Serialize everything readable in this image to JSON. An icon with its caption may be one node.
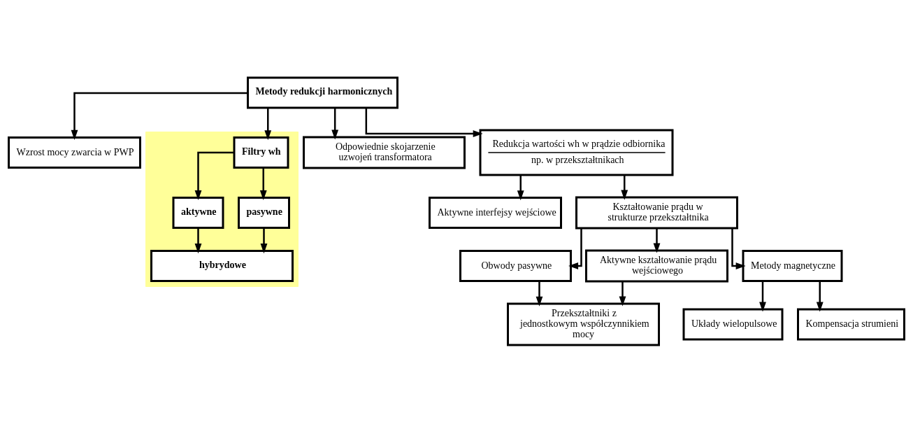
{
  "diagram": {
    "nodes": [
      {
        "text": [
          "Metody redukcji harmonicznych"
        ]
      },
      {
        "text": [
          "Wzrost mocy zwarcia w PWP"
        ]
      },
      {
        "text": [],
        "shape": "box"
      },
      {
        "text": [
          "Filtry wh"
        ],
        "in": 2
      },
      {
        "text": [
          "aktywne"
        ],
        "in": 2
      },
      {
        "text": [
          "pasywne"
        ],
        "in": 2
      },
      {
        "text": [
          "hybrydowe"
        ],
        "in": 2
      },
      {
        "text": [
          "Odpowiednie skojarzenie uzwojeń transformatora"
        ]
      },
      {
        "text": [
          "Redukcja wartości wh w prądzie odbiornika",
          "np. w przekształtnikach"
        ]
      },
      {
        "text": [
          "Aktywne interfejsy wejściowe"
        ]
      },
      {
        "text": [
          "Kształtowanie prądu w strukturze przekształtnika"
        ]
      },
      {
        "text": [
          "Obwody pasywne"
        ]
      },
      {
        "text": [
          "Aktywne kształtowanie prądu wejściowego"
        ]
      },
      {
        "text": [
          "Metody magnetyczne"
        ]
      },
      {
        "text": [
          "Przekształtniki z jednostkowym współczynnikiem mocy"
        ]
      },
      {
        "text": [
          "Układy wielopulsowe"
        ]
      },
      {
        "text": [
          "Kompensacja strumieni"
        ]
      }
    ],
    "edges": [
      {
        "from": 0,
        "to": 1,
        "arrow": "to"
      },
      {
        "from": 0,
        "to": 3,
        "arrow": "to"
      },
      {
        "from": 0,
        "to": 7,
        "arrow": "to"
      },
      {
        "from": 0,
        "to": 8,
        "arrow": "to"
      },
      {
        "from": 3,
        "to": 4,
        "arrow": "to"
      },
      {
        "from": 3,
        "to": 5,
        "arrow": "to"
      },
      {
        "from": 4,
        "to": 6,
        "arrow": "to"
      },
      {
        "from": 5,
        "to": 6,
        "arrow": "to"
      },
      {
        "from": 8,
        "to": 9,
        "arrow": "to"
      },
      {
        "from": 8,
        "to": 10,
        "arrow": "to"
      },
      {
        "from": 10,
        "to": 11,
        "arrow": "to"
      },
      {
        "from": 10,
        "to": 12,
        "arrow": "to"
      },
      {
        "from": 10,
        "to": 13,
        "arrow": "to"
      },
      {
        "from": 11,
        "to": 14,
        "arrow": "to"
      },
      {
        "from": 12,
        "to": 14,
        "arrow": "to"
      },
      {
        "from": 13,
        "to": 15,
        "arrow": "to"
      },
      {
        "from": 13,
        "to": 16,
        "arrow": "to"
      }
    ]
  }
}
